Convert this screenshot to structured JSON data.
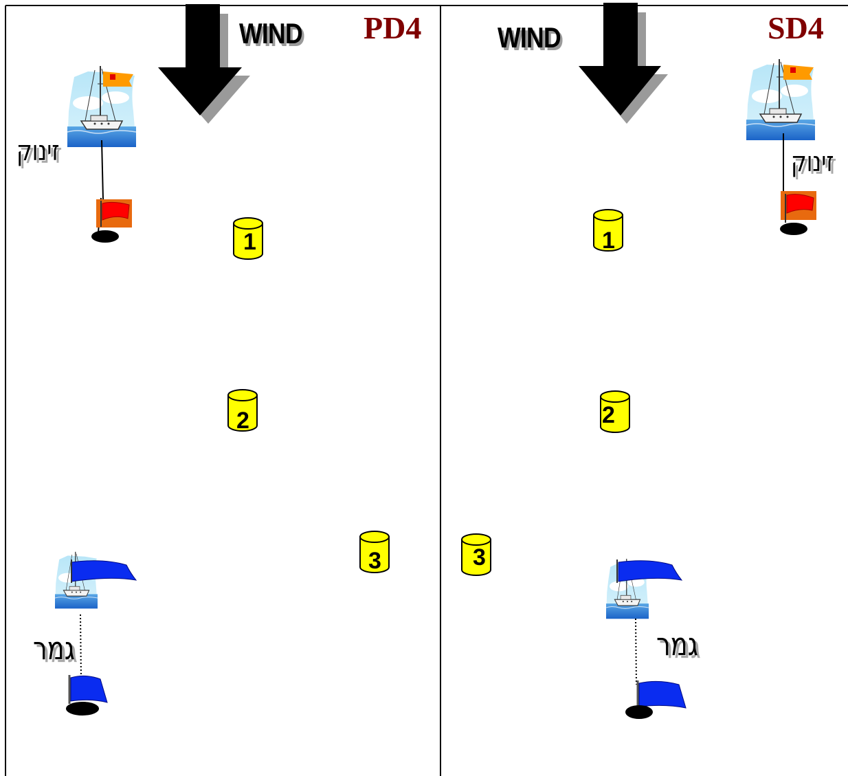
{
  "panels": [
    {
      "id": "pd4",
      "title": "PD4",
      "wind_label": "WIND",
      "start_label": "זינוק",
      "finish_label": "גמר",
      "marks": [
        "1",
        "2",
        "3"
      ]
    },
    {
      "id": "sd4",
      "title": "SD4",
      "wind_label": "WIND",
      "start_label": "זינוק",
      "finish_label": "גמר",
      "marks": [
        "1",
        "2",
        "3"
      ]
    }
  ],
  "colors": {
    "title": "#7f0000",
    "buoy_fill": "#ffff00",
    "start_flag": "#ff0000",
    "start_flag_bg": "#e86a0f",
    "finish_flag": "#0a2cf0",
    "committee_flag": "#ff9a00",
    "mark": "#000000"
  },
  "icons": [
    "wind-arrow-icon",
    "committee-boat-icon",
    "start-flag-icon",
    "finish-flag-icon",
    "buoy-icon"
  ]
}
